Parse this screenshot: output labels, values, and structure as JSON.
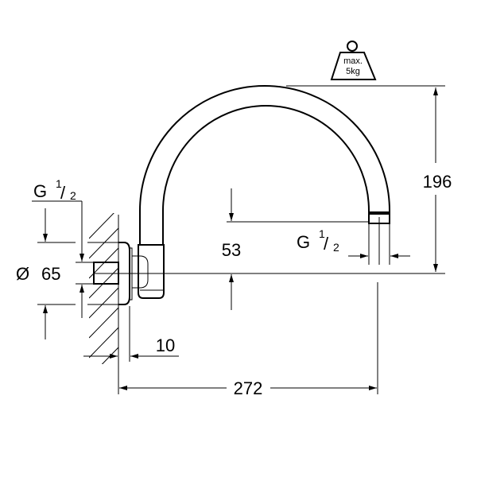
{
  "weight_label": {
    "line1": "max.",
    "line2": "5kg"
  },
  "dimensions": {
    "height": "196",
    "offset": "53",
    "projection": "272",
    "flange_depth": "10",
    "diameter_symbol": "Ø",
    "diameter": "65"
  },
  "thread_inlet": {
    "letter": "G",
    "num": "1",
    "den": "2"
  },
  "thread_outlet": {
    "letter": "G",
    "num": "1",
    "den": "2"
  },
  "colors": {
    "line": "#000000",
    "background": "#ffffff"
  }
}
